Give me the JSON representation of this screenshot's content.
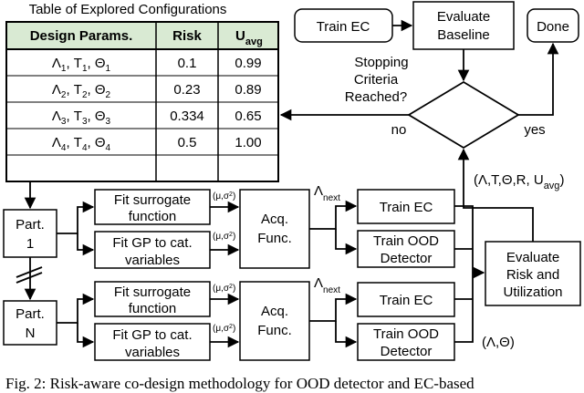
{
  "table": {
    "title": "Table of Explored Configurations",
    "headers": [
      "Design Params.",
      "Risk",
      "U",
      "avg"
    ],
    "rows": [
      {
        "params": [
          "Λ",
          "1",
          ", T",
          "1",
          ", Θ",
          "1"
        ],
        "risk": "0.1",
        "util": "0.99"
      },
      {
        "params": [
          "Λ",
          "2",
          ", T",
          "2",
          ", Θ",
          "2"
        ],
        "risk": "0.23",
        "util": "0.89"
      },
      {
        "params": [
          "Λ",
          "3",
          ", T",
          "3",
          ", Θ",
          "3"
        ],
        "risk": "0.334",
        "util": "0.65"
      },
      {
        "params": [
          "Λ",
          "4",
          ", T",
          "4",
          ", Θ",
          "4"
        ],
        "risk": "0.5",
        "util": "1.00"
      }
    ],
    "header_fill": "#d9ead3"
  },
  "flow": {
    "train_ec_top": "Train EC",
    "evaluate_baseline": [
      "Evaluate",
      "Baseline"
    ],
    "done": "Done",
    "decision": [
      "Stopping",
      "Criteria",
      "Reached?"
    ],
    "no": "no",
    "yes": "yes",
    "feedback": [
      "(Λ,T,Θ,R, U",
      "avg",
      ")"
    ]
  },
  "partitions": [
    {
      "label": [
        "Part.",
        "1"
      ],
      "surrogate": [
        "Fit surrogate",
        "function"
      ],
      "gp": [
        "Fit GP to cat.",
        "variables"
      ],
      "musigma": [
        "(μ,σ",
        "2",
        ")"
      ],
      "acq": [
        "Acq.",
        "Func."
      ],
      "lambda_next": [
        "Λ",
        "next"
      ],
      "train_ec": "Train EC",
      "train_ood": [
        "Train OOD",
        "Detector"
      ]
    },
    {
      "label": [
        "Part.",
        "N"
      ],
      "surrogate": [
        "Fit surrogate",
        "function"
      ],
      "gp": [
        "Fit GP to cat.",
        "variables"
      ],
      "musigma": [
        "(μ,σ",
        "2",
        ")"
      ],
      "acq": [
        "Acq.",
        "Func."
      ],
      "lambda_next": [
        "Λ",
        "next"
      ],
      "train_ec": "Train EC",
      "train_ood": [
        "Train OOD",
        "Detector"
      ]
    }
  ],
  "evaluate_risk": [
    "Evaluate",
    "Risk and",
    "Utilization"
  ],
  "output": "(Λ,Θ)",
  "caption": "Fig. 2: Risk-aware co-design methodology for OOD detector and EC-based"
}
